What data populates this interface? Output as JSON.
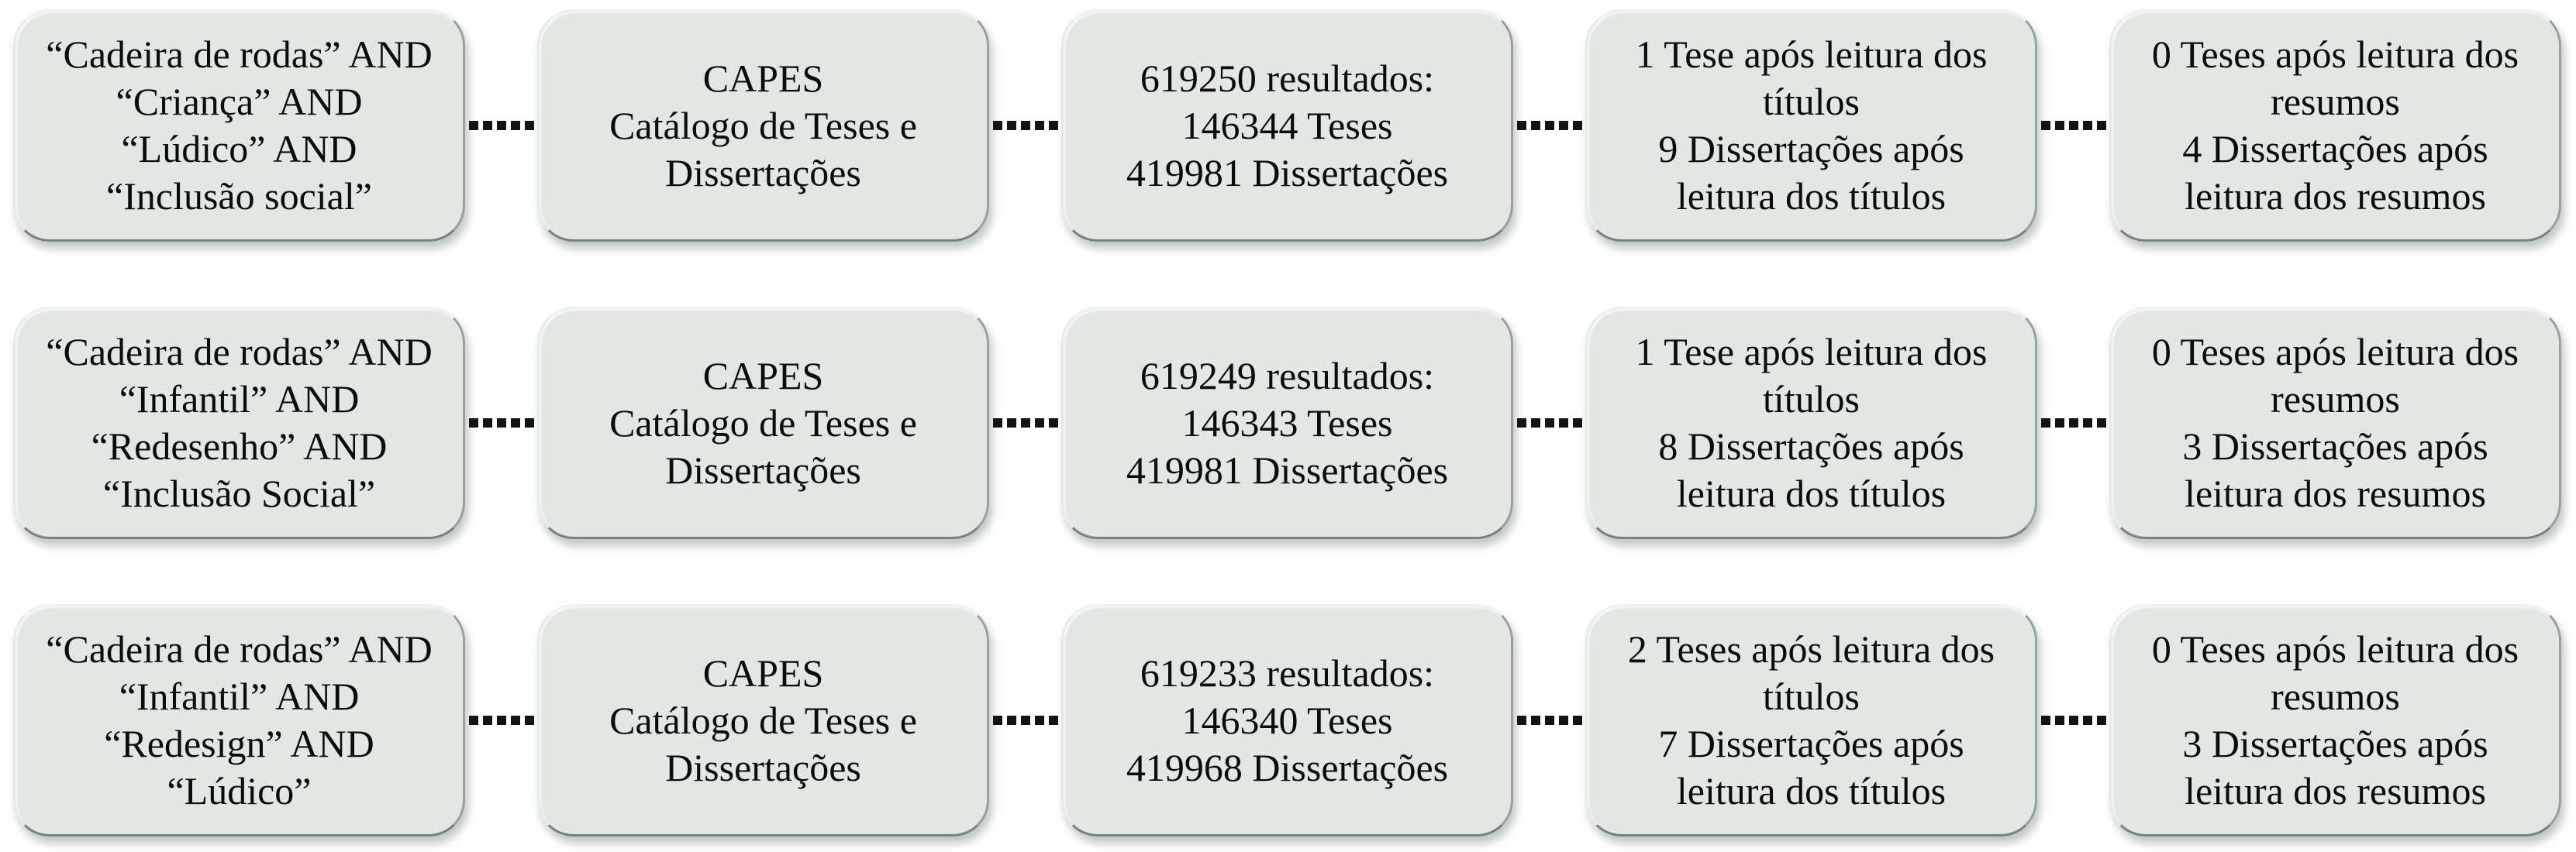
{
  "diagram": {
    "description": "Fluxo de busca no catálogo CAPES: termos de busca, base consultada, resultados e triagem por títulos e resumos",
    "colors": {
      "background": "#ffffff",
      "box_fill": "#e3e7e4",
      "box_rim_dark": "#75827e",
      "box_shadow": "#8c9994",
      "connector": "#141414",
      "text": "#0b0b0b"
    },
    "rows": [
      {
        "boxes": [
          {
            "name": "search-query",
            "lines": [
              "“Cadeira de rodas” AND",
              "“Criança” AND",
              "“Lúdico” AND",
              "“Inclusão social”"
            ]
          },
          {
            "name": "database",
            "lines": [
              "CAPES",
              "Catálogo de Teses e",
              "Dissertações"
            ]
          },
          {
            "name": "results-count",
            "lines": [
              "619250 resultados:",
              "146344 Teses",
              "419981 Dissertações"
            ]
          },
          {
            "name": "after-title-reading",
            "lines": [
              "1 Tese após leitura dos",
              "títulos",
              "9 Dissertações após",
              "leitura dos títulos"
            ]
          },
          {
            "name": "after-abstract-reading",
            "lines": [
              "0 Teses após leitura dos",
              "resumos",
              "4 Dissertações após",
              "leitura dos resumos"
            ]
          }
        ]
      },
      {
        "boxes": [
          {
            "name": "search-query",
            "lines": [
              "“Cadeira de rodas” AND",
              "“Infantil” AND",
              "“Redesenho” AND",
              "“Inclusão Social”"
            ]
          },
          {
            "name": "database",
            "lines": [
              "CAPES",
              "Catálogo de Teses e",
              "Dissertações"
            ]
          },
          {
            "name": "results-count",
            "lines": [
              "619249 resultados:",
              "146343 Teses",
              "419981 Dissertações"
            ]
          },
          {
            "name": "after-title-reading",
            "lines": [
              "1 Tese após leitura dos",
              "títulos",
              "8 Dissertações após",
              "leitura dos títulos"
            ]
          },
          {
            "name": "after-abstract-reading",
            "lines": [
              "0 Teses após leitura dos",
              "resumos",
              "3 Dissertações após",
              "leitura dos resumos"
            ]
          }
        ]
      },
      {
        "boxes": [
          {
            "name": "search-query",
            "lines": [
              "“Cadeira de rodas” AND",
              "“Infantil” AND",
              "“Redesign” AND",
              "“Lúdico”"
            ]
          },
          {
            "name": "database",
            "lines": [
              "CAPES",
              "Catálogo de Teses e",
              "Dissertações"
            ]
          },
          {
            "name": "results-count",
            "lines": [
              "619233 resultados:",
              "146340 Teses",
              "419968 Dissertações"
            ]
          },
          {
            "name": "after-title-reading",
            "lines": [
              "2 Teses após leitura dos",
              "títulos",
              "7 Dissertações após",
              "leitura dos títulos"
            ]
          },
          {
            "name": "after-abstract-reading",
            "lines": [
              "0 Teses após leitura dos",
              "resumos",
              "3 Dissertações após",
              "leitura dos resumos"
            ]
          }
        ]
      }
    ]
  }
}
